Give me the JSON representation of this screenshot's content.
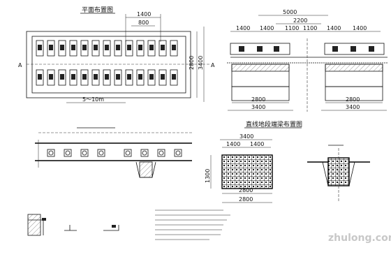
{
  "plan_view": {
    "title": "平面布置图",
    "dims": {
      "top1": "1400",
      "top2": "800",
      "side1": "2800",
      "side2": "3400",
      "bottom": "5～10m"
    },
    "section_marks": [
      "A",
      "A"
    ]
  },
  "section_view": {
    "dims": {
      "total": "5000",
      "mid": "2200",
      "parts": [
        "1400",
        "1400",
        "1100",
        "1100",
        "1400",
        "1400"
      ],
      "lower": [
        "2800",
        "2800"
      ],
      "base": [
        "3400",
        "3400"
      ]
    }
  },
  "bridge_title": "直线地段端梁布置图",
  "beam_detail": {
    "dims": {
      "top": "3400",
      "parts": [
        "1400",
        "1400"
      ],
      "height": "1300",
      "bottom1": "2800",
      "bottom2": "2800"
    }
  },
  "watermark": "zhulong.com",
  "colors": {
    "line": "#111111",
    "fill": "#222222",
    "watermark": "#c8c8c8"
  }
}
